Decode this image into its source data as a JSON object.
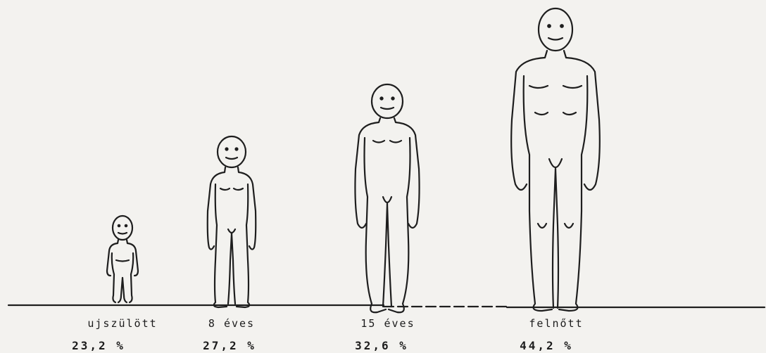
{
  "figures": [
    {
      "id": "newborn",
      "label": "ujszülött",
      "percent": "23,2 %"
    },
    {
      "id": "age8",
      "label": "8 éves",
      "percent": "27,2 %"
    },
    {
      "id": "age15",
      "label": "15 éves",
      "percent": "32,6 %"
    },
    {
      "id": "adult",
      "label": "felnőtt",
      "percent": "44,2 %"
    }
  ]
}
